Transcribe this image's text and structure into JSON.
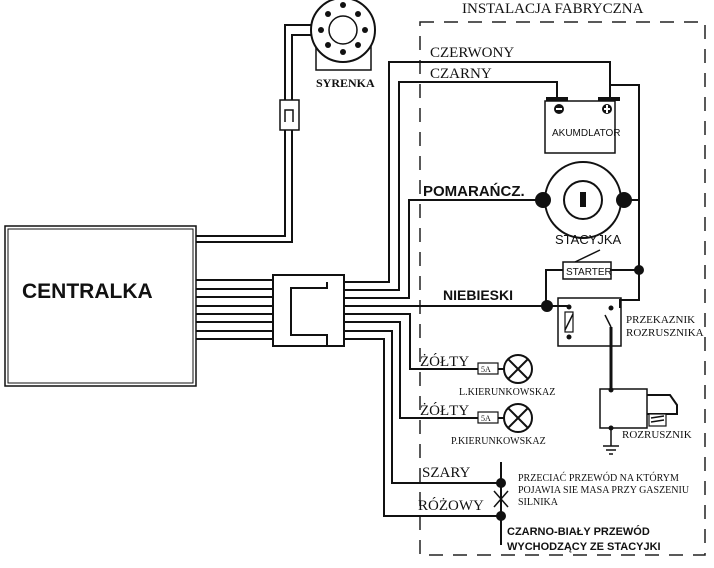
{
  "diagram": {
    "factory_section_title": "INSTALACJA FABRYCZNA",
    "components": {
      "central_unit": "CENTRALKA",
      "siren": "SYRENKA",
      "battery": "AKUMDLATOR",
      "battery_negative": "⊖",
      "battery_positive": "⊕",
      "ignition_switch": "STACYJKA",
      "starter_label": "STARTER",
      "starter_relay_line1": "PRZEKAZNIK",
      "starter_relay_line2": "ROZRUSZNIKA",
      "starter_motor": "ROZRUSZNIK",
      "left_indicator": "L.KIERUNKOWSKAZ",
      "right_indicator": "P.KIERUNKOWSKAZ",
      "fuse_left": "5A",
      "fuse_right": "5A"
    },
    "wires": {
      "red": "CZERWONY",
      "black": "CZARNY",
      "orange": "POMARAŃCZ.",
      "blue": "NIEBIESKI",
      "yellow_left": "ŻÓŁTY",
      "yellow_right": "ŻÓŁTY",
      "grey": "SZARY",
      "pink": "RÓŻOWY"
    },
    "notes": {
      "cut_note_line1": "PRZECIAĆ PRZEWÓD NA KTÓRYM",
      "cut_note_line2": "POJAWIA SIE MASA PRZY GASZENIU",
      "cut_note_line3": "SILNIKA",
      "black_white_line1": "CZARNO-BIAŁY PRZEWÓD",
      "black_white_line2": "WYCHODZĄCY ZE STACYJKI"
    }
  }
}
